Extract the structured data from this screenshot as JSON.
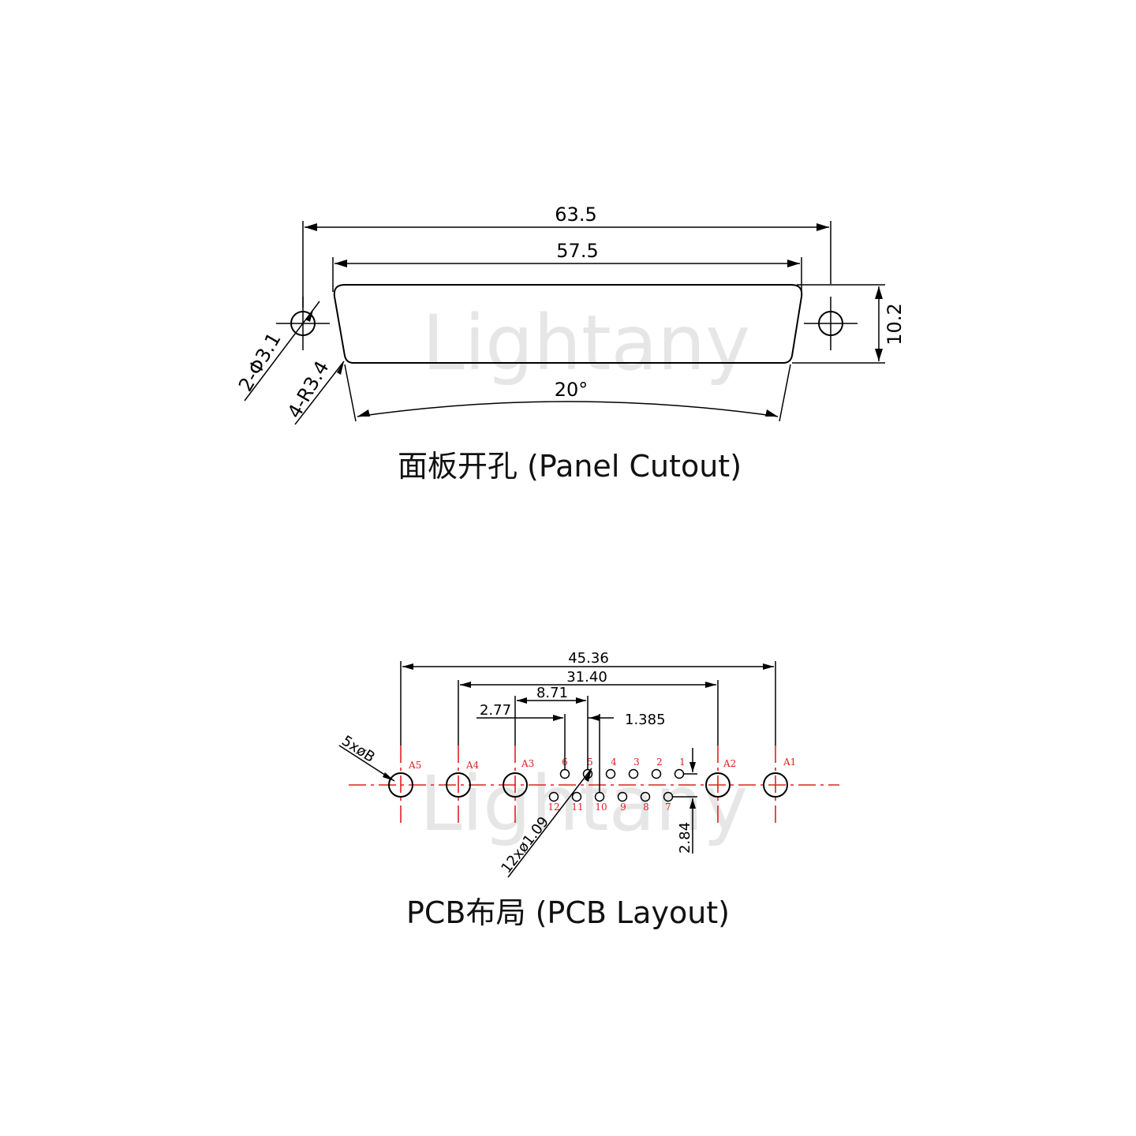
{
  "watermark": "Lightany",
  "panel": {
    "caption": "面板开孔 (Panel Cutout)",
    "dims": {
      "overall_width": "63.5",
      "cutout_width": "57.5",
      "height": "10.2",
      "angle": "20°",
      "hole_callout": "2-Φ3.1",
      "radius_callout": "4-R3.4"
    }
  },
  "pcb": {
    "caption": "PCB布局 (PCB Layout)",
    "dims": {
      "d1": "45.36",
      "d2": "31.40",
      "d3": "8.71",
      "d4": "2.77",
      "d5": "1.385",
      "row_gap": "2.84",
      "big_holes": "5xøB",
      "small_holes": "12xø1.09"
    },
    "big_labels": [
      "A5",
      "A4",
      "A3",
      "A2",
      "A1"
    ],
    "top_row_labels": [
      "6",
      "5",
      "4",
      "3",
      "2",
      "1"
    ],
    "bottom_row_labels": [
      "12",
      "11",
      "10",
      "9",
      "8",
      "7"
    ]
  },
  "colors": {
    "line": "#000000",
    "centerline": "#e02020",
    "label": "#e02020",
    "watermark": "#e6e6e6"
  }
}
